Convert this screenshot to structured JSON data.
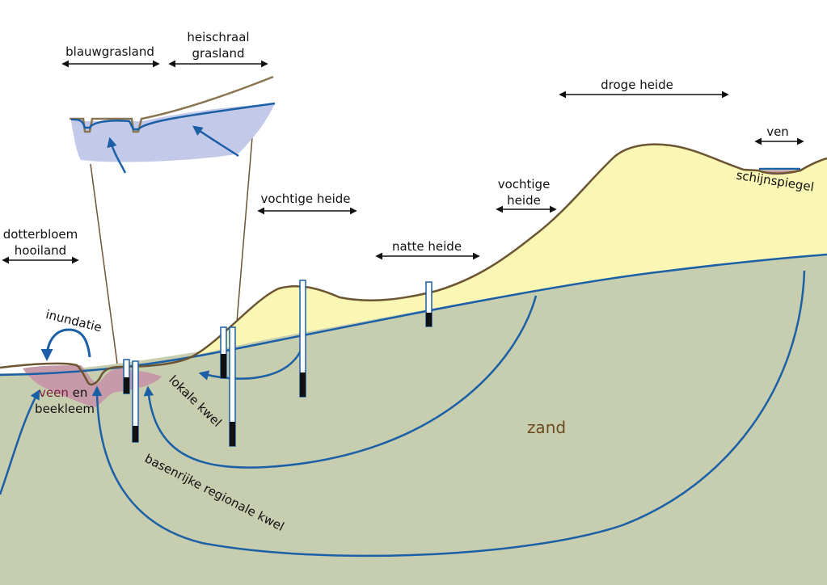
{
  "labels": {
    "blauwgrasland": "blauwgrasland",
    "heischraal_1": "heischraal",
    "heischraal_2": "grasland",
    "droge_heide": "droge heide",
    "ven": "ven",
    "schijnspiegel": "schijnspiegel",
    "vochtige_heide_1": "vochtige heide",
    "vochtige_heide_2a": "vochtige",
    "vochtige_heide_2b": "heide",
    "dotterbloem_1": "dotterbloem",
    "dotterbloem_2": "hooiland",
    "natte_heide": "natte heide",
    "inundatie": "inundatie",
    "veen": "veen",
    "en": " en",
    "beekleem": "beekleem",
    "lokale_kwel": "lokale kwel",
    "zand": "zand",
    "regionale_kwel": "basenrijke regionale kwel"
  },
  "colors": {
    "sand_green": "#c7cdaf",
    "dry_sand": "#faf6b4",
    "peat": "#c79aa9",
    "inset_water": "#c3c9e8",
    "flow_blue": "#1b5fa6",
    "surface_brown": "#6b5533"
  }
}
